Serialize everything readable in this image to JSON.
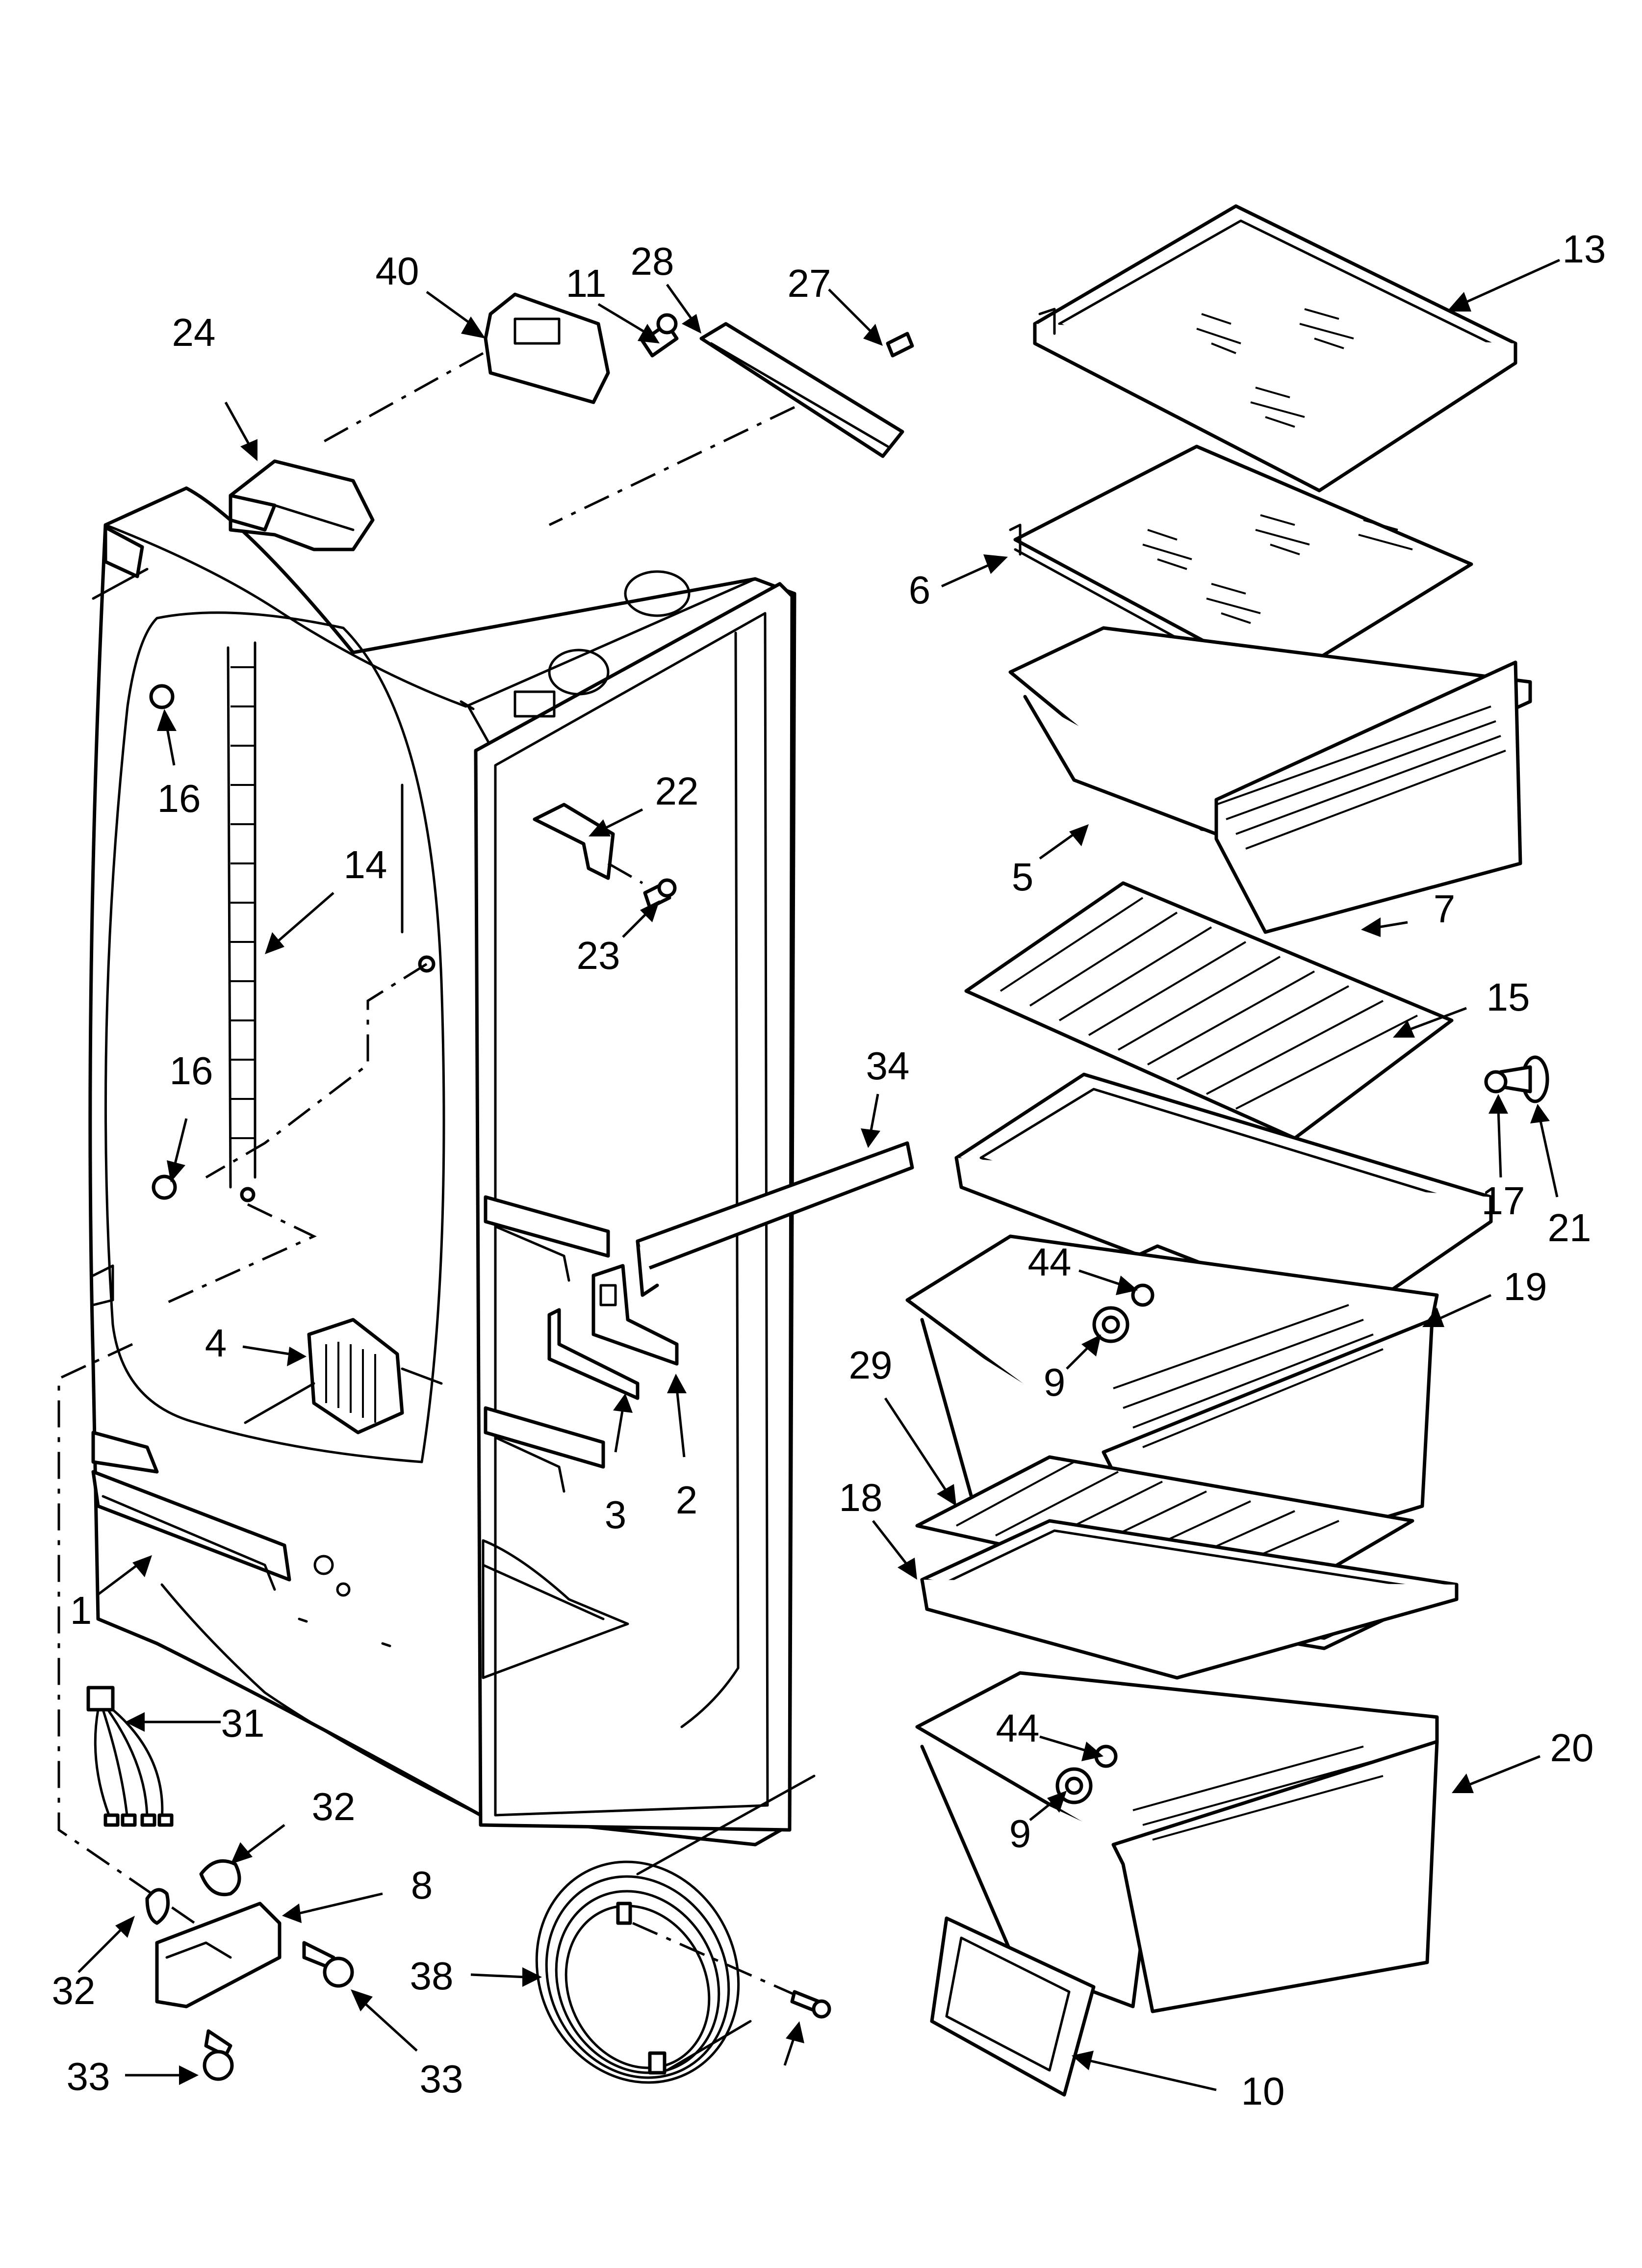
{
  "diagram": {
    "type": "exploded-parts-diagram",
    "accent_color": "#000000",
    "background_color": "#ffffff"
  },
  "callouts": [
    {
      "id": "c-40",
      "label": "40"
    },
    {
      "id": "c-11",
      "label": "11"
    },
    {
      "id": "c-28",
      "label": "28"
    },
    {
      "id": "c-27",
      "label": "27"
    },
    {
      "id": "c-24",
      "label": "24"
    },
    {
      "id": "c-13",
      "label": "13"
    },
    {
      "id": "c-6",
      "label": "6"
    },
    {
      "id": "c-16a",
      "label": "16"
    },
    {
      "id": "c-14",
      "label": "14"
    },
    {
      "id": "c-22",
      "label": "22"
    },
    {
      "id": "c-23",
      "label": "23"
    },
    {
      "id": "c-5",
      "label": "5"
    },
    {
      "id": "c-7",
      "label": "7"
    },
    {
      "id": "c-15",
      "label": "15"
    },
    {
      "id": "c-16b",
      "label": "16"
    },
    {
      "id": "c-34",
      "label": "34"
    },
    {
      "id": "c-17",
      "label": "17"
    },
    {
      "id": "c-21",
      "label": "21"
    },
    {
      "id": "c-44a",
      "label": "44"
    },
    {
      "id": "c-19",
      "label": "19"
    },
    {
      "id": "c-4",
      "label": "4"
    },
    {
      "id": "c-29",
      "label": "29"
    },
    {
      "id": "c-9a",
      "label": "9"
    },
    {
      "id": "c-3",
      "label": "3"
    },
    {
      "id": "c-2",
      "label": "2"
    },
    {
      "id": "c-18",
      "label": "18"
    },
    {
      "id": "c-1",
      "label": "1"
    },
    {
      "id": "c-31",
      "label": "31"
    },
    {
      "id": "c-44b",
      "label": "44"
    },
    {
      "id": "c-20",
      "label": "20"
    },
    {
      "id": "c-32a",
      "label": "32"
    },
    {
      "id": "c-8",
      "label": "8"
    },
    {
      "id": "c-9b",
      "label": "9"
    },
    {
      "id": "c-38",
      "label": "38"
    },
    {
      "id": "c-32b",
      "label": "32"
    },
    {
      "id": "c-33a",
      "label": "33"
    },
    {
      "id": "c-33b",
      "label": "33"
    },
    {
      "id": "c-10",
      "label": "10"
    }
  ]
}
